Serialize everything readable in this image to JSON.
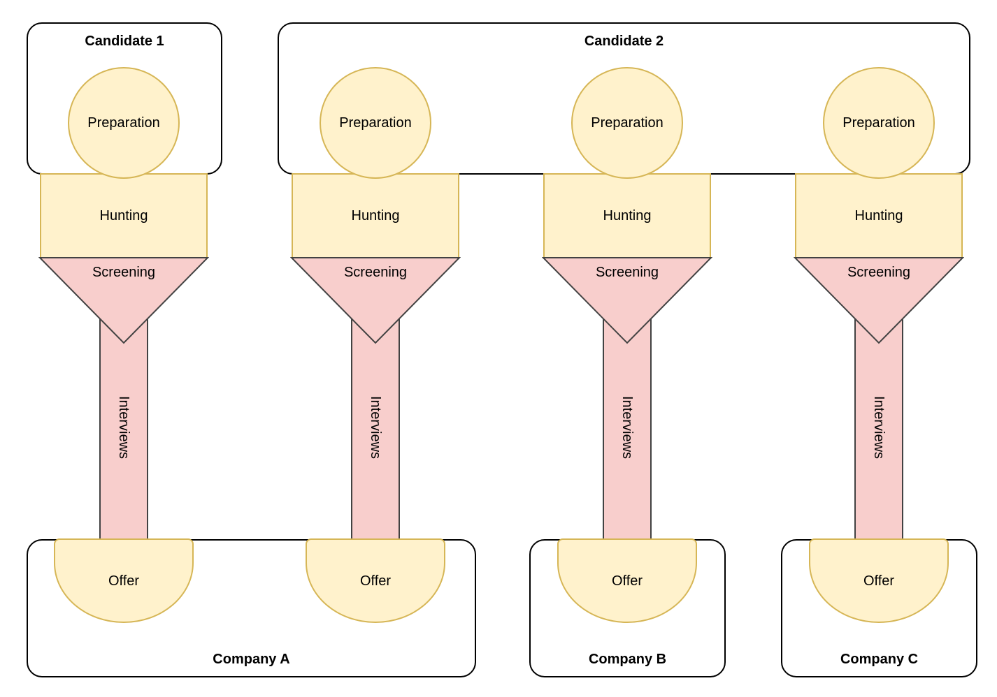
{
  "diagram": {
    "candidates": [
      {
        "label": "Candidate 1"
      },
      {
        "label": "Candidate 2"
      }
    ],
    "companies": [
      {
        "label": "Company A"
      },
      {
        "label": "Company B"
      },
      {
        "label": "Company C"
      }
    ],
    "pipelines": [
      {
        "candidate": "Candidate 1",
        "company": "Company A",
        "stages": {
          "preparation": "Preparation",
          "hunting": "Hunting",
          "screening": "Screening",
          "interviews": "Interviews",
          "offer": "Offer"
        }
      },
      {
        "candidate": "Candidate 2",
        "company": "Company A",
        "stages": {
          "preparation": "Preparation",
          "hunting": "Hunting",
          "screening": "Screening",
          "interviews": "Interviews",
          "offer": "Offer"
        }
      },
      {
        "candidate": "Candidate 2",
        "company": "Company B",
        "stages": {
          "preparation": "Preparation",
          "hunting": "Hunting",
          "screening": "Screening",
          "interviews": "Interviews",
          "offer": "Offer"
        }
      },
      {
        "candidate": "Candidate 2",
        "company": "Company C",
        "stages": {
          "preparation": "Preparation",
          "hunting": "Hunting",
          "screening": "Screening",
          "interviews": "Interviews",
          "offer": "Offer"
        }
      }
    ],
    "colors": {
      "process_fill": "#FFF2CC",
      "process_stroke": "#D6B656",
      "filter_fill": "#F8CECC",
      "filter_stroke": "#424242",
      "container_fill": "#FFFFFF",
      "container_stroke": "#000000",
      "background": "#FFFFFF",
      "text": "#000000"
    }
  }
}
